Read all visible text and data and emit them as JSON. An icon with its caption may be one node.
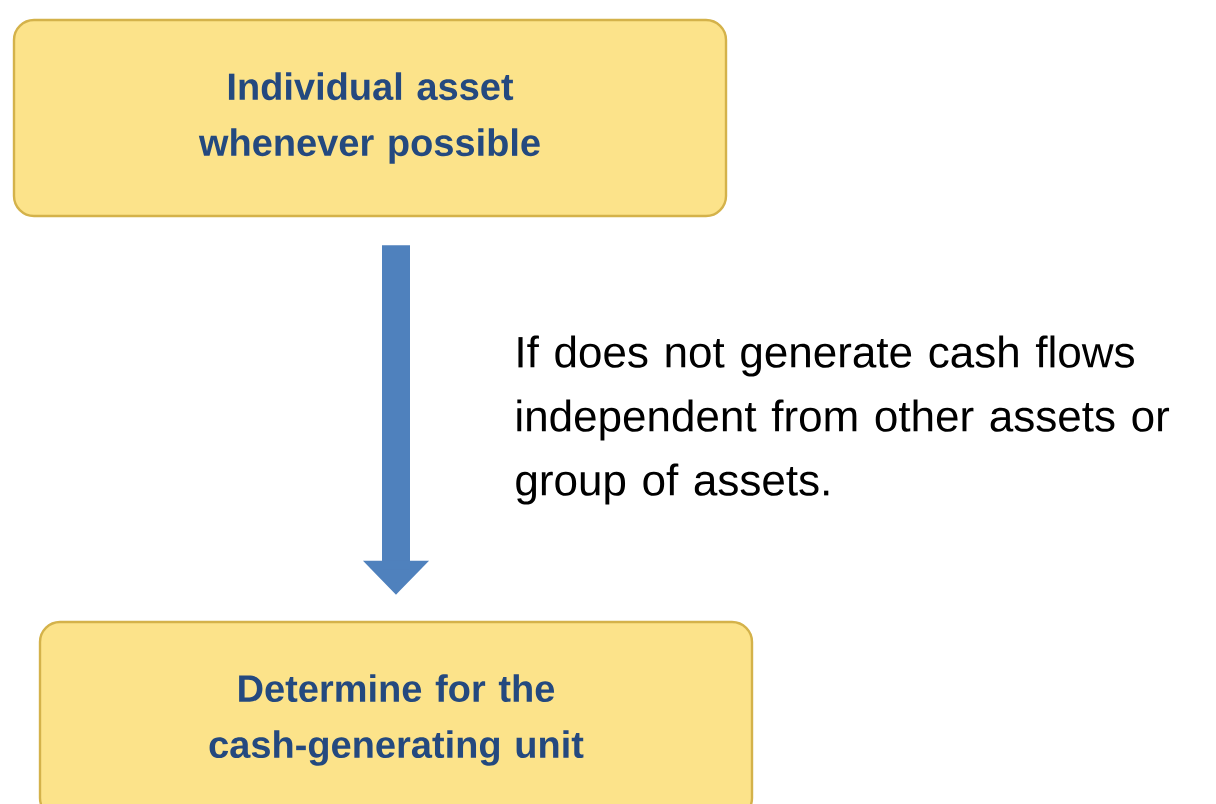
{
  "diagram": {
    "nodes": [
      {
        "text": [
          "Individual asset whenever possible"
        ]
      },
      {
        "text": [
          "Determine for the cash-generating unit"
        ]
      }
    ],
    "edges": [
      {
        "from": 0,
        "to": 1,
        "arrow": "to",
        "label": "If does not generate cash flows independent from other assets or group of assets."
      }
    ]
  }
}
